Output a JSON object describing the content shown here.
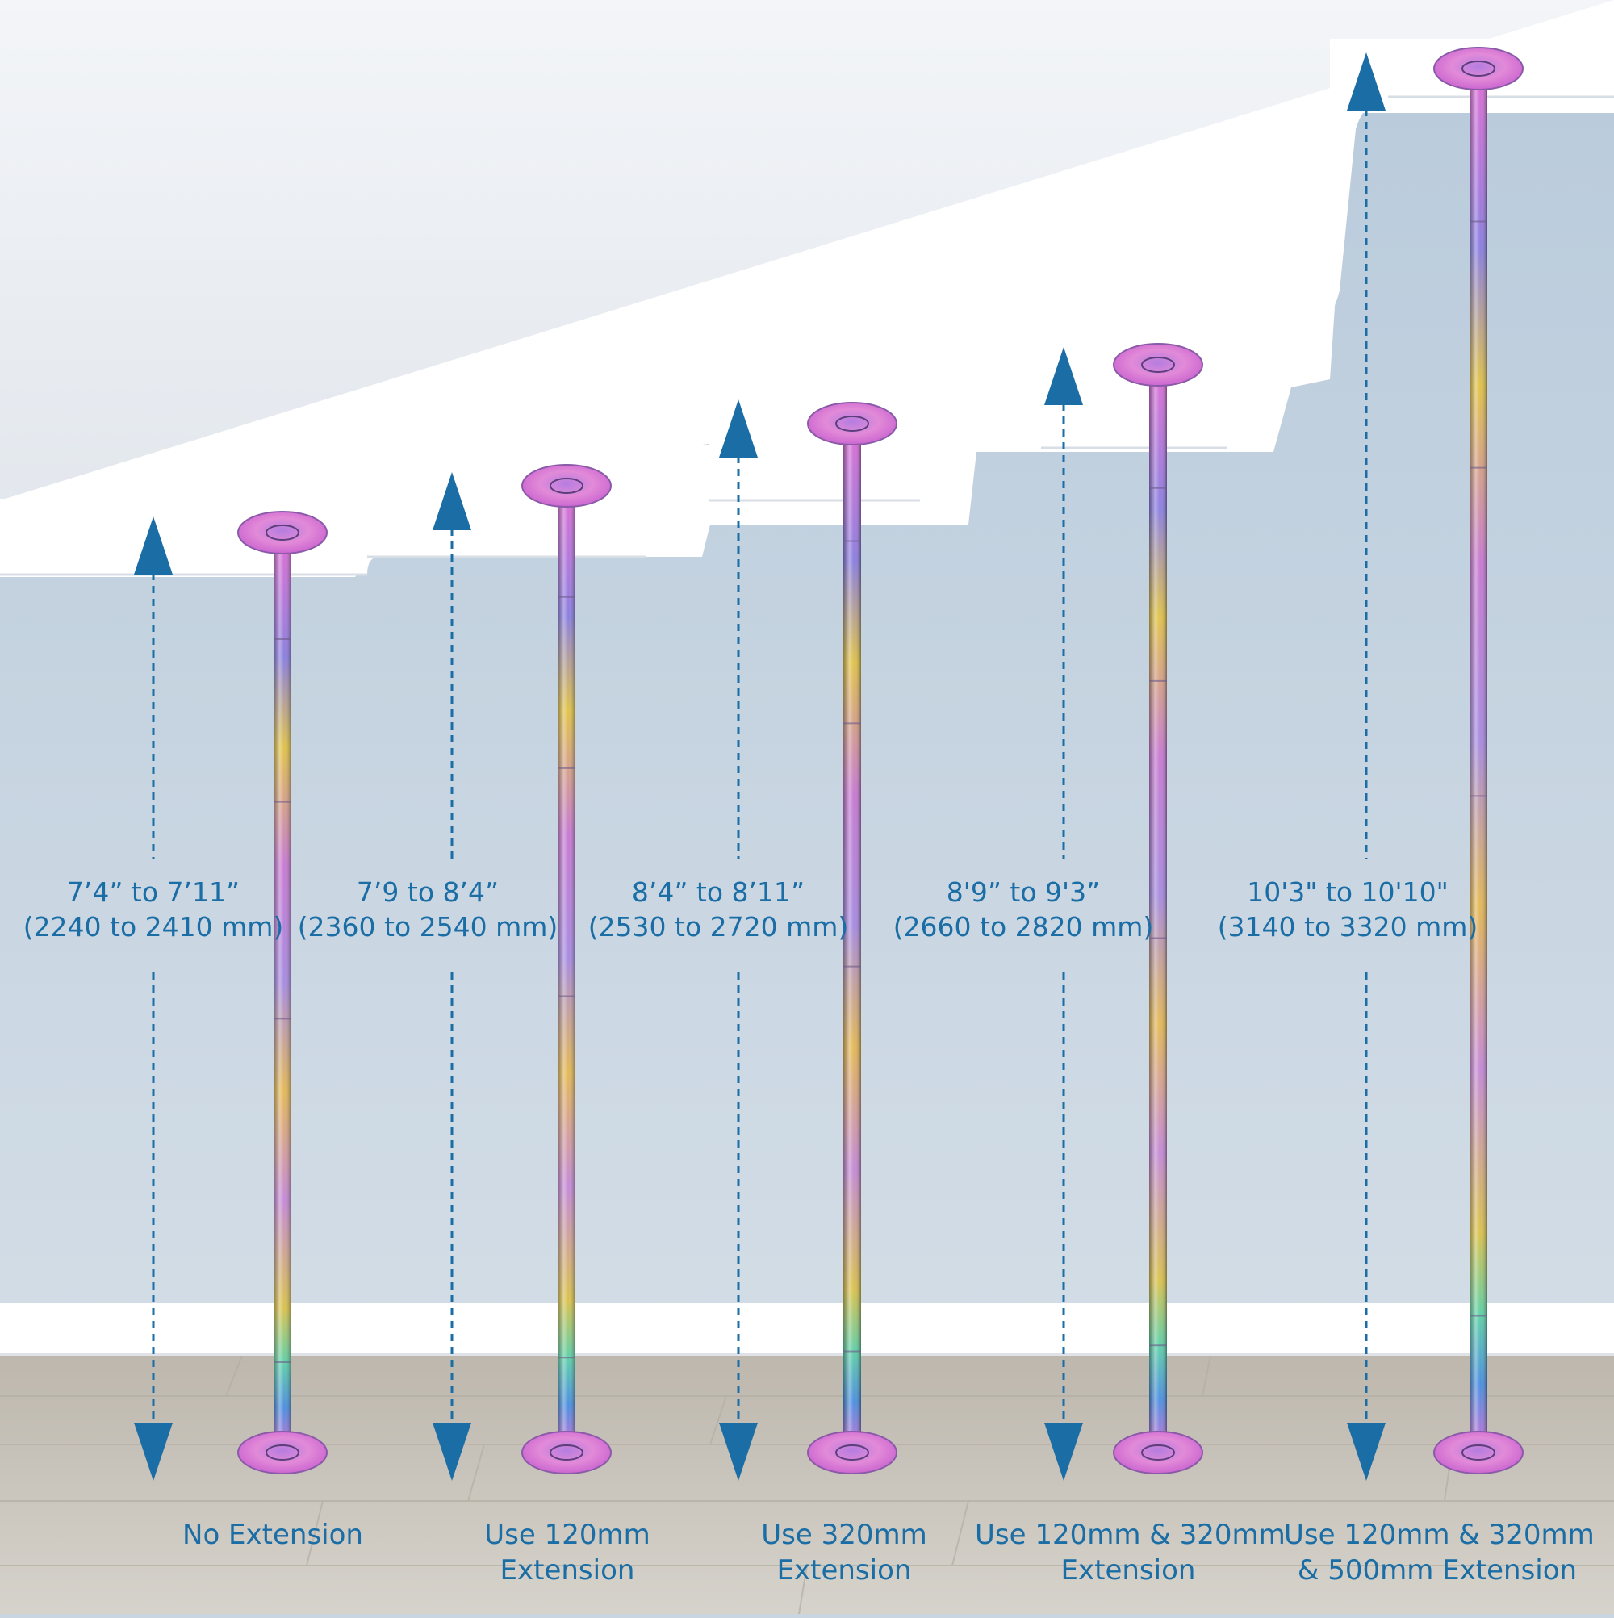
{
  "colors": {
    "wall": "#c9d6e2",
    "ceiling": "#eef1f5",
    "molding": "#ffffff",
    "floor": "#c8c4bb",
    "accent": "#1a6da5"
  },
  "poles": [
    {
      "dimension_ft": "7’4” to 7’11”",
      "dimension_mm": "(2240 to 2410 mm)",
      "caption": [
        "No Extension"
      ]
    },
    {
      "dimension_ft": "7’9 to 8’4”",
      "dimension_mm": "(2360 to 2540 mm)",
      "caption": [
        "Use 120mm",
        "Extension"
      ]
    },
    {
      "dimension_ft": "8’4” to 8’11”",
      "dimension_mm": "(2530 to 2720 mm)",
      "caption": [
        "Use 320mm",
        "Extension"
      ]
    },
    {
      "dimension_ft": "8'9” to 9'3”",
      "dimension_mm": "(2660 to 2820 mm)",
      "caption": [
        "Use 120mm & 320mm",
        "Extension"
      ]
    },
    {
      "dimension_ft": "10'3\" to 10'10\"",
      "dimension_mm": "(3140 to 3320 mm)",
      "caption": [
        "Use 120mm & 320mm",
        "& 500mm Extension"
      ]
    }
  ]
}
